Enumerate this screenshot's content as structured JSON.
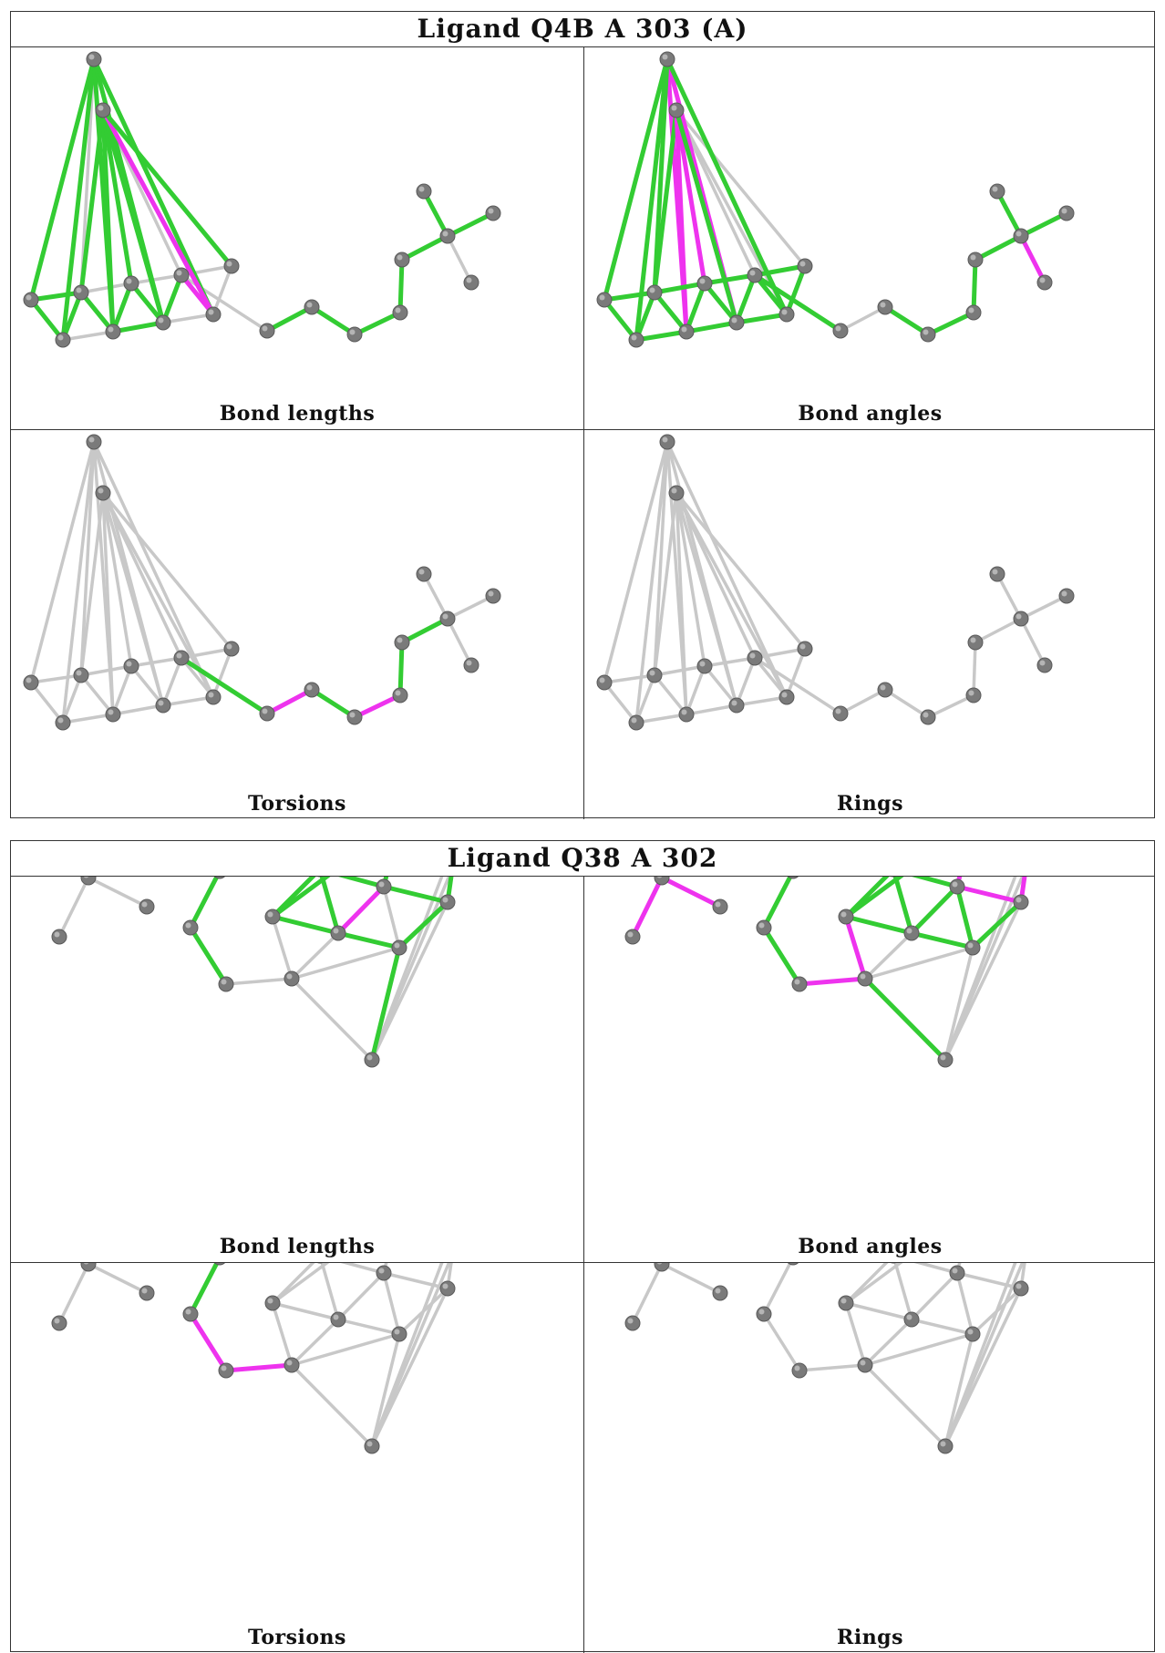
{
  "colors": {
    "neutral": "#c8c8c8",
    "ok": "#33cc33",
    "outlier": "#ee33ee",
    "atom": "#7a7a7a"
  },
  "ligands": [
    {
      "title": "Ligand Q4B A 303 (A)",
      "panels": [
        {
          "caption": "Bond lengths"
        },
        {
          "caption": "Bond angles"
        },
        {
          "caption": "Torsions"
        },
        {
          "caption": "Rings"
        }
      ]
    },
    {
      "title": "Ligand Q38 A 302",
      "panels": [
        {
          "caption": "Bond lengths"
        },
        {
          "caption": "Bond angles"
        },
        {
          "caption": "Torsions"
        },
        {
          "caption": "Rings"
        }
      ]
    }
  ]
}
